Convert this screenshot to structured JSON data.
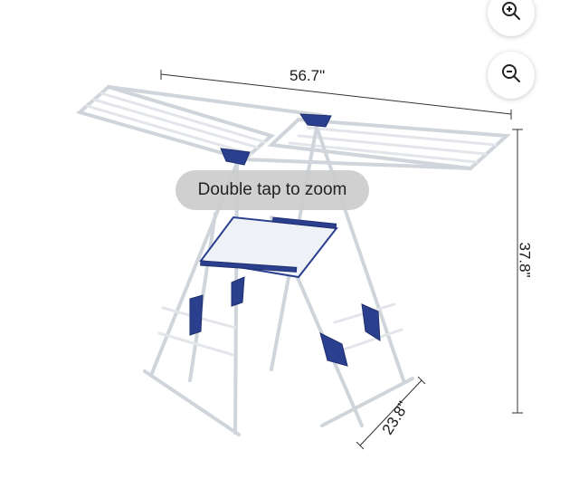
{
  "viewer": {
    "zoom_in_icon": "zoom-in-icon",
    "zoom_out_icon": "zoom-out-icon",
    "tooltip": "Double tap to zoom"
  },
  "product": {
    "dimensions": {
      "width": "56.7\"",
      "height": "37.8\"",
      "depth": "23.8\""
    }
  },
  "colors": {
    "frame": "#d8dde2",
    "accent": "#2b3f8f",
    "shelf": "#eef1f5"
  }
}
